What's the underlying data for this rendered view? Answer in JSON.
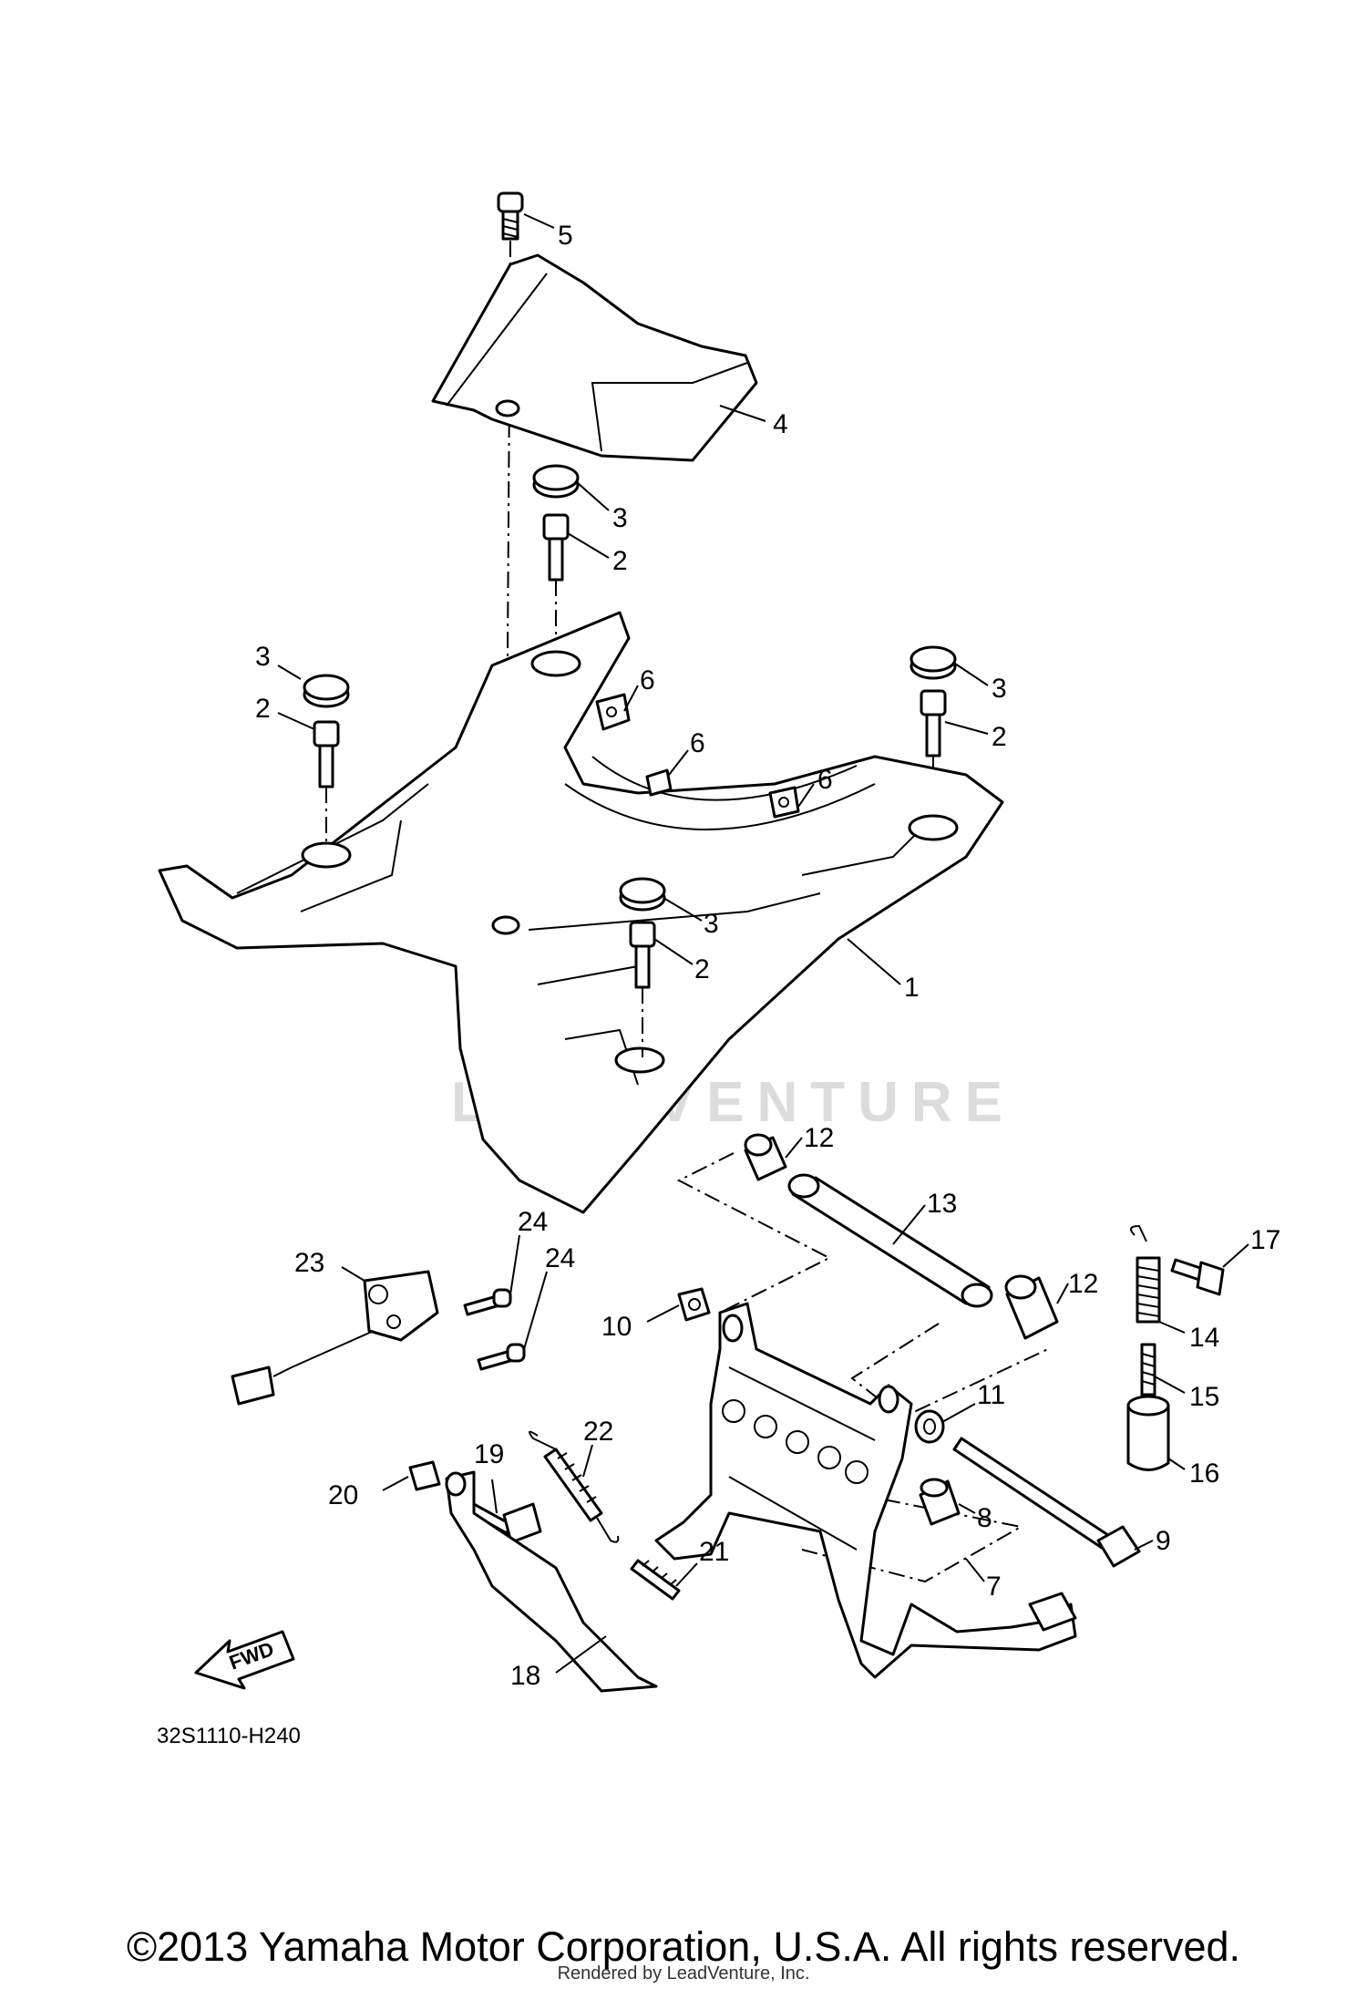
{
  "diagram": {
    "callouts": [
      "1",
      "2",
      "3",
      "4",
      "5",
      "6",
      "7",
      "8",
      "9",
      "10",
      "11",
      "12",
      "13",
      "14",
      "15",
      "16",
      "17",
      "18",
      "19",
      "20",
      "21",
      "22",
      "23",
      "24"
    ],
    "diagram_code": "32S1110-H240",
    "watermark": "LEADVENTURE",
    "fwd_label": "FWD"
  },
  "footer": {
    "copyright": "©2013 Yamaha Motor Corporation, U.S.A. All rights reserved.",
    "rendered_by": "Rendered by LeadVenture, Inc."
  }
}
